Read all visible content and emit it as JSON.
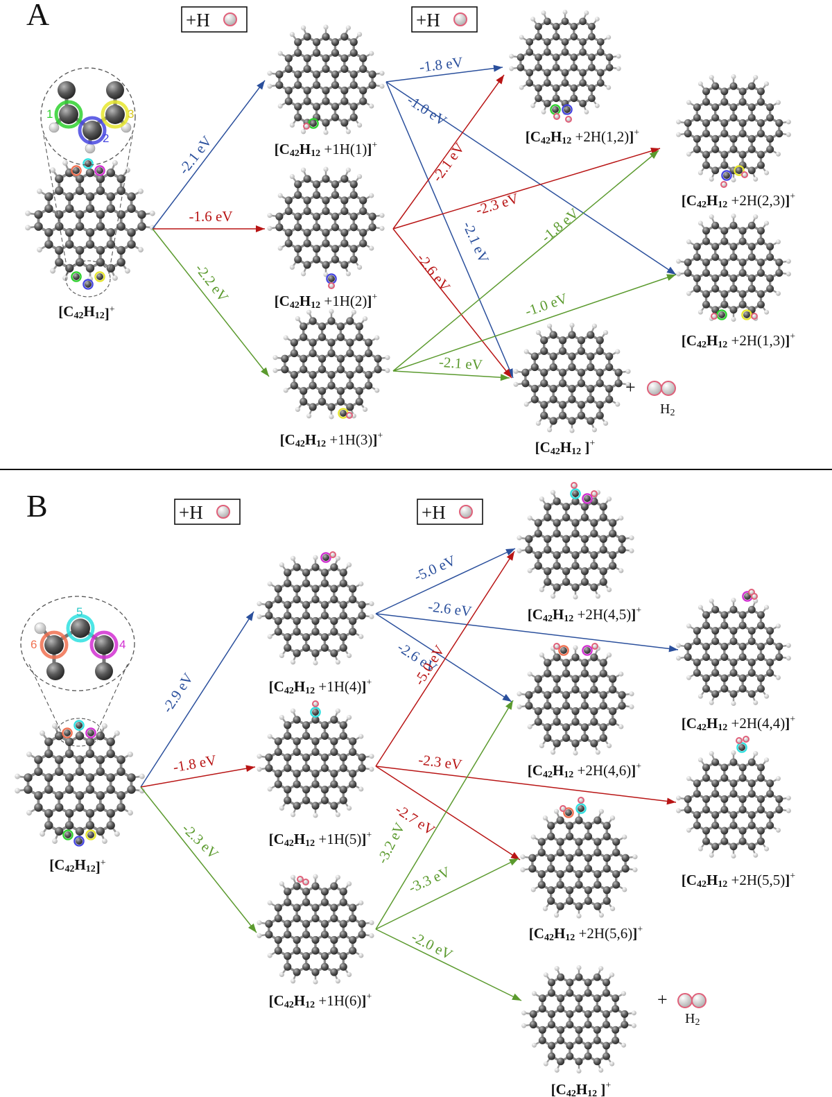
{
  "colors": {
    "blue": "#2a4f9c",
    "red": "#b81414",
    "green": "#5b9a2e",
    "carbon": "#575757",
    "hydrogen": "#d9d9d9",
    "h_atom_ring": "#e0607a",
    "site1": "#2fd12f",
    "site2": "#4646e0",
    "site3": "#e6e62e",
    "site4": "#d12fd1",
    "site5": "#2ee0e0",
    "site6": "#f07050"
  },
  "panels": [
    {
      "id": "A",
      "letter": "A",
      "add_h_boxes": [
        {
          "text": "+H"
        },
        {
          "text": "+H"
        }
      ],
      "site_numbers": [
        "1",
        "2",
        "3"
      ],
      "molecules": [
        {
          "id": "A0",
          "f1": "[C",
          "s1": "42",
          "f2": "H",
          "s2": "12",
          "rest": "]",
          "sup": "+"
        },
        {
          "id": "A1",
          "f1": "[C",
          "s1": "42",
          "f2": "H",
          "s2": "12",
          "rest": " +1H(1)]",
          "sup": "+"
        },
        {
          "id": "A2",
          "f1": "[C",
          "s1": "42",
          "f2": "H",
          "s2": "12",
          "rest": " +1H(2)]",
          "sup": "+"
        },
        {
          "id": "A3",
          "f1": "[C",
          "s1": "42",
          "f2": "H",
          "s2": "12",
          "rest": " +1H(3)]",
          "sup": "+"
        },
        {
          "id": "A4",
          "f1": "[C",
          "s1": "42",
          "f2": "H",
          "s2": "12",
          "rest": " +2H(1,2)]",
          "sup": "+"
        },
        {
          "id": "A5",
          "f1": "[C",
          "s1": "42",
          "f2": "H",
          "s2": "12",
          "rest": " +2H(2,3)]",
          "sup": "+"
        },
        {
          "id": "A6",
          "f1": "[C",
          "s1": "42",
          "f2": "H",
          "s2": "12",
          "rest": " +2H(1,3)]",
          "sup": "+"
        },
        {
          "id": "A7",
          "f1": "[C",
          "s1": "42",
          "f2": "H",
          "s2": "12",
          "rest": " ]",
          "sup": "+"
        }
      ],
      "h2_byproduct": {
        "plus": "+",
        "label_main": "H",
        "label_sub": "2"
      },
      "reactions": [
        {
          "label": "-2.1 eV",
          "color": "blue"
        },
        {
          "label": "-1.6 eV",
          "color": "red"
        },
        {
          "label": "-2.2 eV",
          "color": "green"
        },
        {
          "label": "-1.8 eV",
          "color": "blue"
        },
        {
          "label": "-1.0 eV",
          "color": "blue"
        },
        {
          "label": "-2.1 eV",
          "color": "blue"
        },
        {
          "label": "-2.1 eV",
          "color": "red"
        },
        {
          "label": "-2.3 eV",
          "color": "red"
        },
        {
          "label": "-2.6 eV",
          "color": "red"
        },
        {
          "label": "-1.8 eV",
          "color": "green"
        },
        {
          "label": "-1.0 eV",
          "color": "green"
        },
        {
          "label": "-2.1 eV",
          "color": "green"
        }
      ]
    },
    {
      "id": "B",
      "letter": "B",
      "add_h_boxes": [
        {
          "text": "+H"
        },
        {
          "text": "+H"
        }
      ],
      "site_numbers": [
        "4",
        "5",
        "6"
      ],
      "molecules": [
        {
          "id": "B0",
          "f1": "[C",
          "s1": "42",
          "f2": "H",
          "s2": "12",
          "rest": "]",
          "sup": "+"
        },
        {
          "id": "B1",
          "f1": "[C",
          "s1": "42",
          "f2": "H",
          "s2": "12",
          "rest": " +1H(4)]",
          "sup": "+"
        },
        {
          "id": "B2",
          "f1": "[C",
          "s1": "42",
          "f2": "H",
          "s2": "12",
          "rest": " +1H(5)]",
          "sup": "+"
        },
        {
          "id": "B3",
          "f1": "[C",
          "s1": "42",
          "f2": "H",
          "s2": "12",
          "rest": " +1H(6)]",
          "sup": "+"
        },
        {
          "id": "B4",
          "f1": "[C",
          "s1": "42",
          "f2": "H",
          "s2": "12",
          "rest": " +2H(4,5)]",
          "sup": "+"
        },
        {
          "id": "B5",
          "f1": "[C",
          "s1": "42",
          "f2": "H",
          "s2": "12",
          "rest": " +2H(4,4)]",
          "sup": "+"
        },
        {
          "id": "B6",
          "f1": "[C",
          "s1": "42",
          "f2": "H",
          "s2": "12",
          "rest": " +2H(4,6)]",
          "sup": "+"
        },
        {
          "id": "B7",
          "f1": "[C",
          "s1": "42",
          "f2": "H",
          "s2": "12",
          "rest": " +2H(5,5)]",
          "sup": "+"
        },
        {
          "id": "B8",
          "f1": "[C",
          "s1": "42",
          "f2": "H",
          "s2": "12",
          "rest": " +2H(5,6)]",
          "sup": "+"
        },
        {
          "id": "B9",
          "f1": "[C",
          "s1": "42",
          "f2": "H",
          "s2": "12",
          "rest": " ]",
          "sup": "+"
        }
      ],
      "h2_byproduct": {
        "plus": "+",
        "label_main": "H",
        "label_sub": "2"
      },
      "reactions": [
        {
          "label": "-2.9 eV",
          "color": "blue"
        },
        {
          "label": "-1.8 eV",
          "color": "red"
        },
        {
          "label": "-2.3 eV",
          "color": "green"
        },
        {
          "label": "-5.0 eV",
          "color": "blue"
        },
        {
          "label": "-2.6 eV",
          "color": "blue"
        },
        {
          "label": "-2.6 eV",
          "color": "blue"
        },
        {
          "label": "-5.0 eV",
          "color": "red"
        },
        {
          "label": "-2.3 eV",
          "color": "red"
        },
        {
          "label": "-2.7 eV",
          "color": "red"
        },
        {
          "label": "-3.2 eV",
          "color": "green"
        },
        {
          "label": "-3.3 eV",
          "color": "green"
        },
        {
          "label": "-2.0 eV",
          "color": "green"
        }
      ]
    }
  ]
}
